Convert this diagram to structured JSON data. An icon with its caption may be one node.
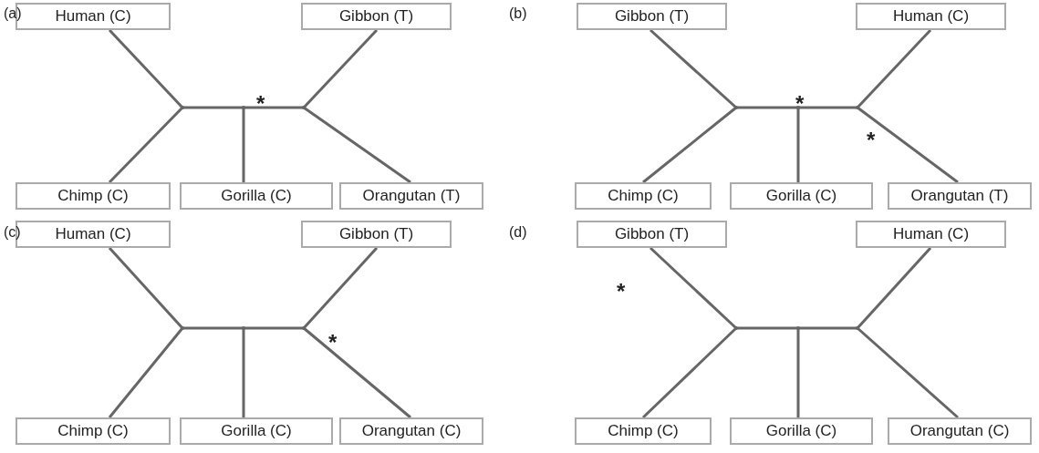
{
  "diagram": {
    "nodes": [
      {
        "text": [
          "Human (C)"
        ]
      },
      {
        "text": [
          "Gibbon (T)"
        ]
      },
      {
        "text": [
          "Chimp (C)"
        ]
      },
      {
        "text": [
          "Gorilla (C)"
        ]
      },
      {
        "text": [
          "Orangutan (T)"
        ]
      },
      {
        "text": [
          "Gibbon (T)"
        ]
      },
      {
        "text": [
          "Human (C)"
        ]
      },
      {
        "text": [
          "Chimp (C)"
        ]
      },
      {
        "text": [
          "Gorilla (C)"
        ]
      },
      {
        "text": [
          "Orangutan (T)"
        ]
      },
      {
        "text": [
          "Human (C)"
        ]
      },
      {
        "text": [
          "Gibbon (T)"
        ]
      },
      {
        "text": [
          "Chimp (C)"
        ]
      },
      {
        "text": [
          "Gorilla (C)"
        ]
      },
      {
        "text": [
          "Orangutan (C)"
        ]
      },
      {
        "text": [
          "Gibbon (T)"
        ]
      },
      {
        "text": [
          "Human (C)"
        ]
      },
      {
        "text": [
          "Chimp (C)"
        ]
      },
      {
        "text": [
          "Gorilla (C)"
        ]
      },
      {
        "text": [
          "Orangutan (C)"
        ]
      },
      {
        "text": [],
        "shape": "point"
      },
      {
        "text": [],
        "shape": "point"
      },
      {
        "text": [],
        "shape": "point"
      },
      {
        "text": [],
        "shape": "point"
      },
      {
        "text": [],
        "shape": "point"
      },
      {
        "text": [],
        "shape": "point"
      },
      {
        "text": [],
        "shape": "point"
      },
      {
        "text": [],
        "shape": "point"
      },
      {
        "text": [],
        "shape": "point"
      },
      {
        "text": [],
        "shape": "point"
      },
      {
        "text": [],
        "shape": "point"
      },
      {
        "text": [],
        "shape": "point"
      }
    ],
    "edges": [
      {
        "from": 0,
        "to": 20,
        "arrow": "none"
      },
      {
        "from": 2,
        "to": 20,
        "arrow": "none"
      },
      {
        "from": 20,
        "to": 21,
        "arrow": "none"
      },
      {
        "from": 3,
        "to": 21,
        "arrow": "none"
      },
      {
        "from": 21,
        "to": 22,
        "arrow": "none"
      },
      {
        "from": 1,
        "to": 22,
        "arrow": "none"
      },
      {
        "from": 4,
        "to": 22,
        "arrow": "none"
      },
      {
        "from": 5,
        "to": 23,
        "arrow": "none"
      },
      {
        "from": 7,
        "to": 23,
        "arrow": "none"
      },
      {
        "from": 23,
        "to": 24,
        "arrow": "none"
      },
      {
        "from": 8,
        "to": 24,
        "arrow": "none"
      },
      {
        "from": 24,
        "to": 25,
        "arrow": "none"
      },
      {
        "from": 6,
        "to": 25,
        "arrow": "none"
      },
      {
        "from": 9,
        "to": 25,
        "arrow": "none"
      },
      {
        "from": 10,
        "to": 26,
        "arrow": "none"
      },
      {
        "from": 12,
        "to": 26,
        "arrow": "none"
      },
      {
        "from": 26,
        "to": 27,
        "arrow": "none"
      },
      {
        "from": 13,
        "to": 27,
        "arrow": "none"
      },
      {
        "from": 27,
        "to": 28,
        "arrow": "none"
      },
      {
        "from": 11,
        "to": 28,
        "arrow": "none"
      },
      {
        "from": 14,
        "to": 28,
        "arrow": "none"
      },
      {
        "from": 15,
        "to": 29,
        "arrow": "none"
      },
      {
        "from": 17,
        "to": 29,
        "arrow": "none"
      },
      {
        "from": 29,
        "to": 30,
        "arrow": "none"
      },
      {
        "from": 18,
        "to": 30,
        "arrow": "none"
      },
      {
        "from": 30,
        "to": 31,
        "arrow": "none"
      },
      {
        "from": 16,
        "to": 31,
        "arrow": "none"
      },
      {
        "from": 19,
        "to": 31,
        "arrow": "none"
      }
    ],
    "labels": [
      "(a)",
      "*",
      "(b)",
      "*",
      "*",
      "(c)",
      "*",
      "(d)",
      "*"
    ]
  }
}
